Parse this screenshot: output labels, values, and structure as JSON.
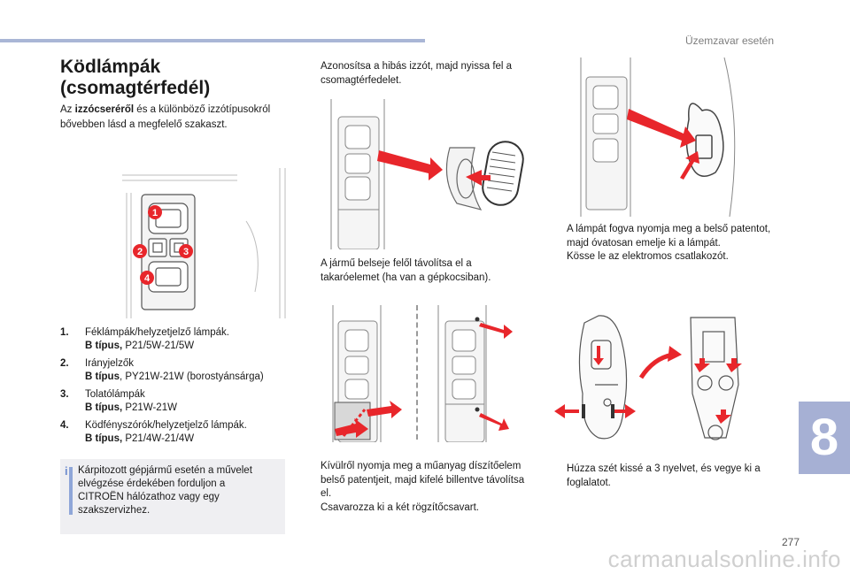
{
  "header": {
    "section_title": "Üzemzavar esetén"
  },
  "page": {
    "number": "277",
    "chapter": "8",
    "watermark": "carmanualsonline.info"
  },
  "section": {
    "title_line1": "Ködlámpák",
    "title_line2": "(csomagtérfedél)",
    "intro_pre": "Az ",
    "intro_bold": "izzócseréről",
    "intro_post": " és a különböző izzótípusokról bővebben lásd a megfelelő szakaszt."
  },
  "bulbs": [
    {
      "num": "1.",
      "name": "Féklámpák/helyzetjelző lámpák.",
      "type_label": "B típus,",
      "type_value": " P21/5W-21/5W"
    },
    {
      "num": "2.",
      "name": "Irányjelzők",
      "type_label": "B típus",
      "type_value": ", PY21W-21W (borostyánsárga)"
    },
    {
      "num": "3.",
      "name": "Tolatólámpák",
      "type_label": "B típus,",
      "type_value": " P21W-21W"
    },
    {
      "num": "4.",
      "name": "Ködfényszórók/helyzetjelző lámpák.",
      "type_label": "B típus,",
      "type_value": " P21/4W-21/4W"
    }
  ],
  "note": {
    "icon": "info-icon",
    "text": "Kárpitozott gépjármű esetén a művelet elvégzése érdekében forduljon a CITROËN hálózathoz vagy egy szakszervizhez."
  },
  "callouts": [
    "1",
    "2",
    "3",
    "4"
  ],
  "steps": {
    "marker": "",
    "s1": "Azonosítsa a hibás izzót, majd nyissa fel a csomagtérfedelet.",
    "s2": "A jármű belseje felől távolítsa el a takaróelemet (ha van a gépkocsiban).",
    "s3a": "Kívülről nyomja meg a műanyag díszítőelem belső patentjeit, majd kifelé billentve távolítsa el.",
    "s3b": "Csavarozza ki a két rögzítőcsavart.",
    "s4a": "A lámpát fogva nyomja meg a belső patentot, majd óvatosan emelje ki a lámpát.",
    "s4b": "Kösse le az elektromos csatlakozót.",
    "s5": "Húzza szét kissé a 3 nyelvet, és vegye ki a foglalatot."
  },
  "colors": {
    "accent_red": "#e8262b",
    "tab_blue": "#a6b0d4",
    "note_bg": "#efeff2"
  }
}
